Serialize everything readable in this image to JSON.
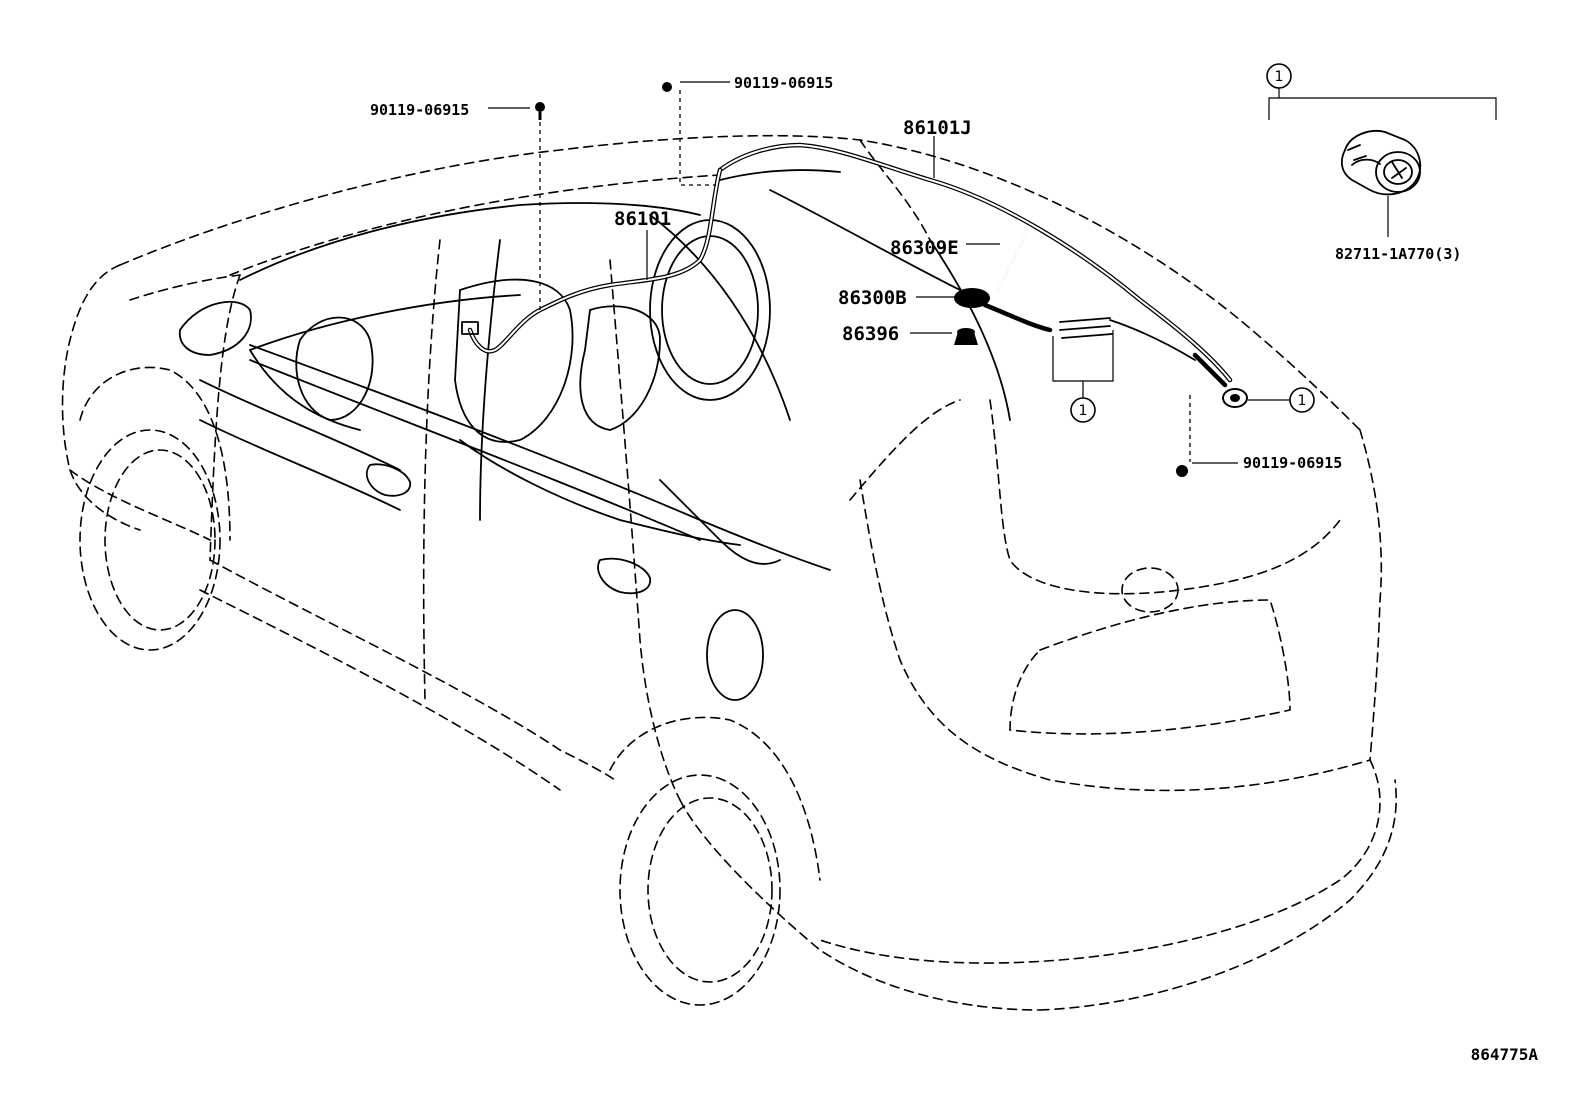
{
  "labels": {
    "bolt_top": "90119-06915",
    "bolt_left": "90119-06915",
    "bolt_right": "90119-06915",
    "cord_roof": "86101J",
    "cord_front": "86101",
    "pole": "86309E",
    "base": "86300B",
    "cap": "86396",
    "clamp": "82711-1A770(3)"
  },
  "callouts": {
    "legend": "1",
    "cord_clamps": "1",
    "rear_clip": "1"
  },
  "diagram_code": "864775A"
}
